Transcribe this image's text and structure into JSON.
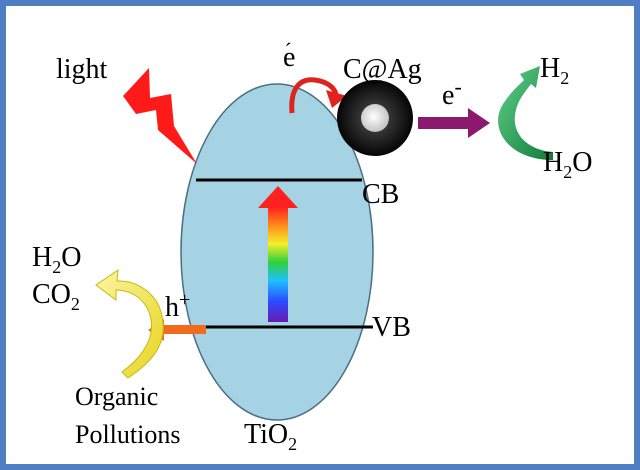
{
  "labels": {
    "light": "light",
    "electron_top": "e",
    "electron_top_mark": "ˊ",
    "cocatalyst": "C@Ag",
    "electron_right": "e",
    "electron_right_sup": "-",
    "h2_main": "H",
    "h2_sub": "2",
    "h2o_right_main": "H",
    "h2o_right_sub": "2",
    "h2o_right_tail": "O",
    "cb": "CB",
    "vb": "VB",
    "h2o_left_main": "H",
    "h2o_left_sub": "2",
    "h2o_left_tail": "O",
    "co2_main": "CO",
    "co2_sub": "2",
    "hole": "h",
    "hole_sup": "+",
    "organic": "Organic",
    "pollutions": "Pollutions",
    "tio2_main": "TiO",
    "tio2_sub": "2"
  },
  "colors": {
    "border": "#4f7fc2",
    "particle_fill": "#a6d3e3",
    "particle_stroke": "#4a6f86",
    "lightning": "#ff1a1a",
    "red_arrow": "#e0231c",
    "purple_arrow": "#8b1a6e",
    "green_arrow": "#1e9a50",
    "yellow_arrow": "#f2e64a",
    "orange_arrow": "#f26a1b"
  },
  "icons": [
    "lightning-bolt-icon",
    "silver-ring-icon",
    "spectrum-arrow-icon"
  ]
}
